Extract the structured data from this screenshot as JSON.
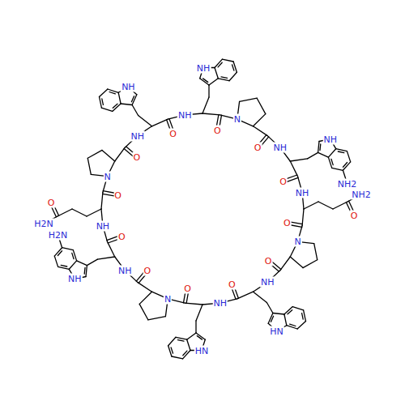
{
  "diagram": {
    "labels": [
      "N",
      "O",
      "NH",
      "NH",
      "O",
      "NH",
      "NH",
      "O",
      "N",
      "O",
      "NH",
      "NH",
      "NH2",
      "O",
      "NH",
      "O",
      "NH2",
      "O",
      "N",
      "O",
      "NH",
      "HN",
      "O",
      "NH",
      "HN",
      "O",
      "N",
      "O",
      "NH",
      "NH",
      "H2N",
      "O",
      "NH",
      "O",
      "H2N",
      "O"
    ]
  }
}
